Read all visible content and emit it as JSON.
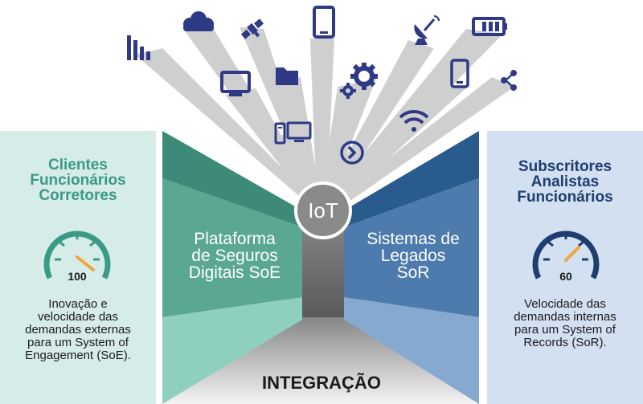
{
  "left_panel": {
    "title_lines": [
      "Clientes",
      "Funcionários",
      "Corretores"
    ],
    "gauge_value": "100",
    "description_lines": [
      "Inovação e",
      "velocidade das",
      "demandas externas",
      "para um System of",
      "Engagement (SoE)."
    ]
  },
  "right_panel": {
    "title_lines": [
      "Subscritores",
      "Analistas",
      "Funcionários"
    ],
    "gauge_value": "60",
    "description_lines": [
      "Velocidade das",
      "demandas internas",
      "para um System of",
      "Records (SoR)."
    ]
  },
  "left_wall_lines": [
    "Plataforma",
    "de Seguros",
    "Digitais SoE"
  ],
  "right_wall_lines": [
    "Sistemas de",
    "Legados",
    "SoR"
  ],
  "center_label": "IoT",
  "bottom_label": "INTEGRAÇÃO",
  "icons": [
    "bar-chart-icon",
    "cloud-icon",
    "satellite-icon",
    "smartphone-icon",
    "satellite-dish-icon",
    "battery-icon",
    "monitor-icon",
    "folder-icon",
    "gears-icon",
    "mobile-phone-icon",
    "share-icon",
    "desktop-computer-icon",
    "wifi-icon",
    "chevron-circle-icon"
  ],
  "colors": {
    "left_panel_bg": "#d6ece8",
    "right_panel_bg": "#d2e0f2",
    "left_title": "#3a9a86",
    "right_title": "#1f3d6e",
    "icon": "#2f3a87",
    "gauge_left": "#3a9a86",
    "gauge_right": "#1f3d6e",
    "needle": "#f2a43a"
  }
}
